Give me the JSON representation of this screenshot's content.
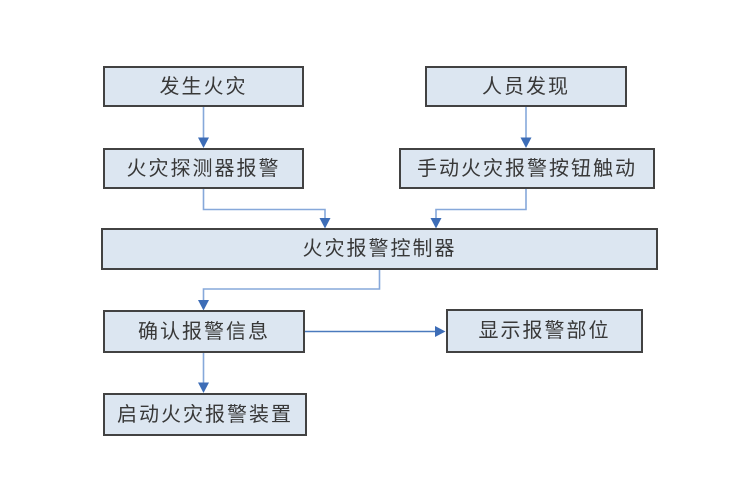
{
  "diagram": {
    "type": "flowchart",
    "background": "#ffffff",
    "colors": {
      "node_fill": "#dce6f1",
      "node_border": "#424242",
      "connector_line": "#86a8da",
      "connector_line_strong": "#4a7abd",
      "arrowhead": "#3d6db7",
      "text": "#383838"
    },
    "nodes": {
      "fire_occurs": {
        "label": "发生火灾"
      },
      "personnel_discovery": {
        "label": "人员发现"
      },
      "detector_alarm": {
        "label": "火灾探测器报警"
      },
      "manual_call_point": {
        "label": "手动火灾报警按钮触动"
      },
      "alarm_controller": {
        "label": "火灾报警控制器"
      },
      "confirm_alarm_info": {
        "label": "确认报警信息"
      },
      "display_alarm_location": {
        "label": "显示报警部位"
      },
      "activate_alarm_devices": {
        "label": "启动火灾报警装置"
      }
    },
    "edges": [
      {
        "from": "fire_occurs",
        "to": "detector_alarm"
      },
      {
        "from": "personnel_discovery",
        "to": "manual_call_point"
      },
      {
        "from": "detector_alarm",
        "to": "alarm_controller"
      },
      {
        "from": "manual_call_point",
        "to": "alarm_controller"
      },
      {
        "from": "alarm_controller",
        "to": "confirm_alarm_info"
      },
      {
        "from": "confirm_alarm_info",
        "to": "display_alarm_location"
      },
      {
        "from": "confirm_alarm_info",
        "to": "activate_alarm_devices"
      }
    ]
  }
}
